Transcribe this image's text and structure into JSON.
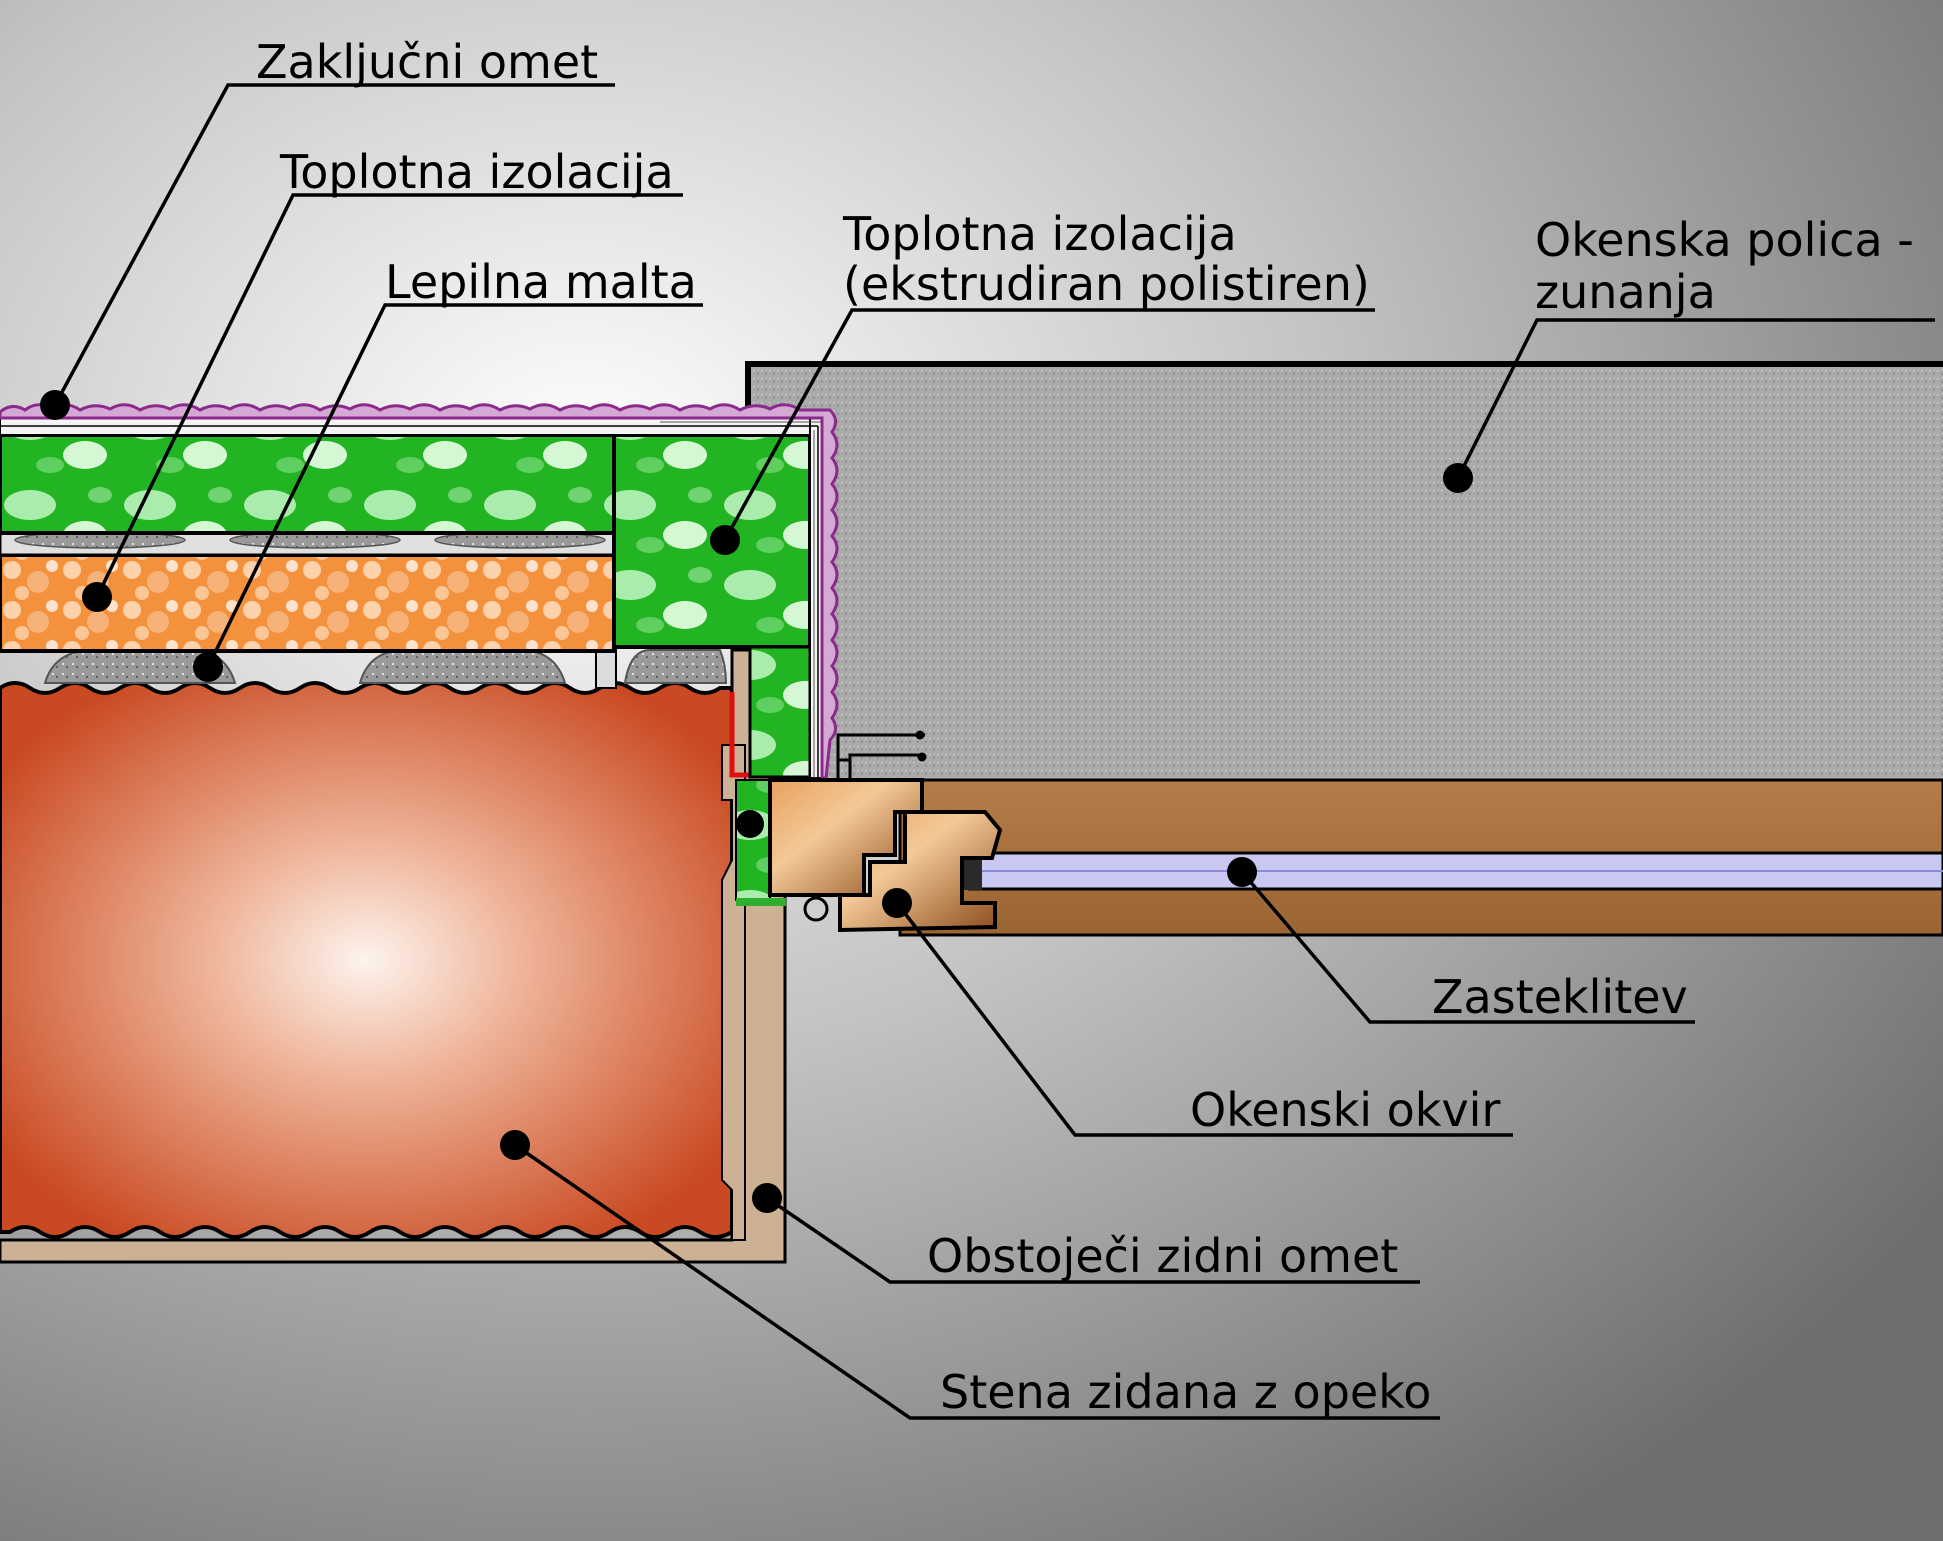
{
  "labels": {
    "finish_plaster": "Zaključni omet",
    "thermal_insulation": "Toplotna izolacija",
    "adhesive_mortar": "Lepilna malta",
    "xps_line1": "Toplotna izolacija",
    "xps_line2": "(ekstrudiran polistiren)",
    "sill_line1": "Okenska polica -",
    "sill_line2": "zunanja",
    "glazing": "Zasteklitev",
    "window_frame": "Okenski okvir",
    "existing_plaster": "Obstoječi zidni omet",
    "brick_wall": "Stena zidana z opeko"
  },
  "colors": {
    "brick": "#c94a22",
    "insulation_eps": "#f08a35",
    "insulation_green": "#2fbd2f",
    "sill": "#a8a8a8",
    "wood": "#a0582a",
    "glass": "#c8c8f2",
    "plaster_old": "#cdb195",
    "finish_plaster": "#8a2a8a"
  }
}
